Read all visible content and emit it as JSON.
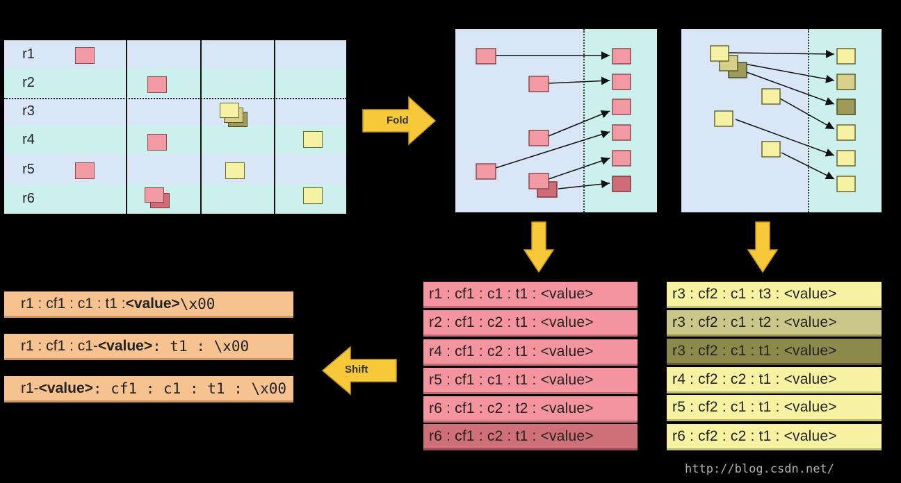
{
  "table": {
    "rows": [
      "r1",
      "r2",
      "r3",
      "r4",
      "r5",
      "r6"
    ]
  },
  "arrows": {
    "fold": "Fold",
    "shift": "Shift"
  },
  "cf1_keys": [
    {
      "text": "r1 : cf1 : c1 : t1 : <value>",
      "tone": "p"
    },
    {
      "text": "r2 : cf1 : c2 : t1 : <value>",
      "tone": "p"
    },
    {
      "text": "r4 : cf1 : c2 : t1 : <value>",
      "tone": "p"
    },
    {
      "text": "r5 : cf1 : c1 : t1 : <value>",
      "tone": "p"
    },
    {
      "text": "r6 : cf1 : c2 : t2 : <value>",
      "tone": "p"
    },
    {
      "text": "r6 : cf1 : c2 : t1 : <value>",
      "tone": "pd"
    }
  ],
  "cf2_keys": [
    {
      "text": "r3 : cf2 : c1 : t3 : <value>",
      "tone": "y"
    },
    {
      "text": "r3 : cf2 : c1 : t2 : <value>",
      "tone": "ym"
    },
    {
      "text": "r3 : cf2 : c1 : t1 : <value>",
      "tone": "yd"
    },
    {
      "text": "r4 : cf2 : c2 : t1 : <value>",
      "tone": "y"
    },
    {
      "text": "r5 : cf2 : c1 : t1 : <value>",
      "tone": "y"
    },
    {
      "text": "r6 : cf2 : c2 : t1 : <value>",
      "tone": "y"
    }
  ],
  "shifted": [
    {
      "pre": "r1 : cf1 : c1 : t1 : ",
      "bold": "<value>",
      "post": " \\x00"
    },
    {
      "pre": "r1 : cf1 : c1-",
      "bold": "<value>",
      "post": " : t1 : \\x00"
    },
    {
      "pre": "r1-",
      "bold": "<value>",
      "post": " : cf1 : c1 : t1 : \\x00"
    }
  ],
  "watermark": "http://blog.csdn.net/",
  "colors": {
    "pink": "#f29aa4",
    "pink_dark": "#cf6c75",
    "yellow": "#f6f2a4",
    "yellow_mid": "#d6d08a",
    "yellow_dark": "#9e9a58",
    "peach": "#f6c390",
    "arrow": "#f7c93a"
  }
}
